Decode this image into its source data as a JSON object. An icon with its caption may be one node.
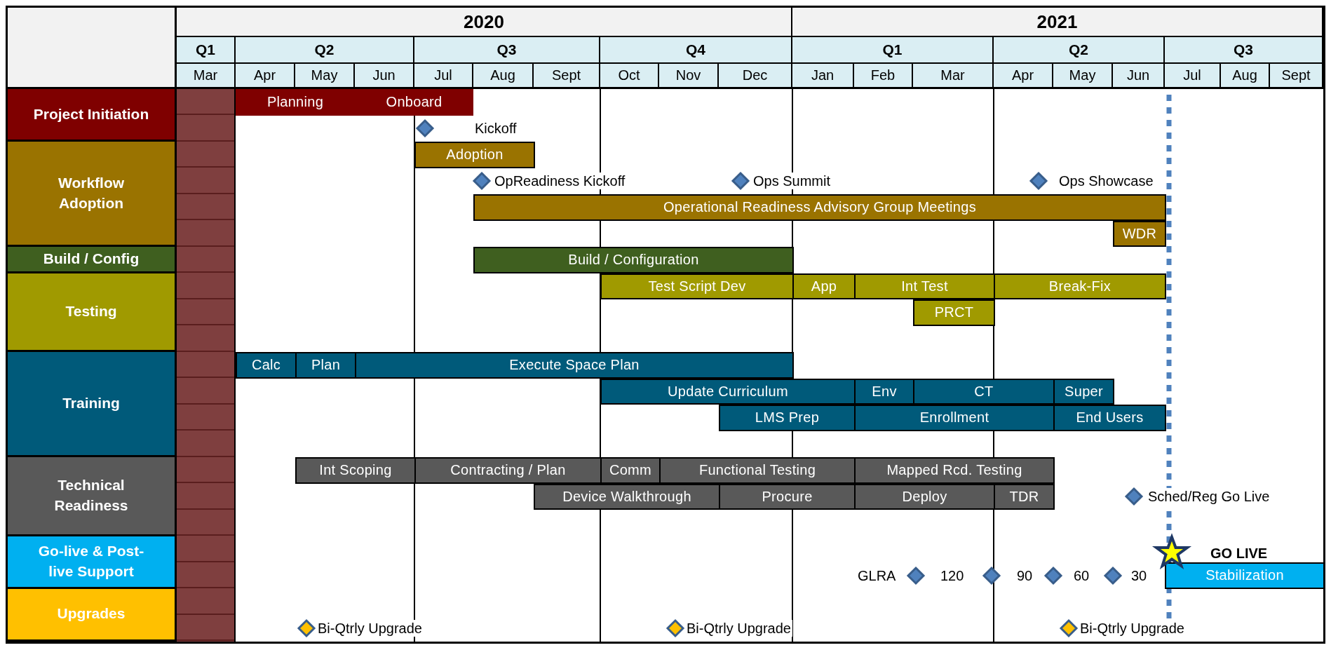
{
  "diagram": {
    "nodes": [
      {
        "text": [
          "Project Initiation"
        ]
      },
      {
        "text": [
          "Planning"
        ]
      },
      {
        "text": [
          "Onboard"
        ]
      },
      {
        "text": [
          "Workflow Adoption"
        ]
      },
      {
        "text": [
          "Adoption"
        ]
      },
      {
        "text": [
          "Operational Readiness Advisory Group Meetings"
        ]
      },
      {
        "text": [
          "WDR"
        ]
      },
      {
        "text": [
          "Build / Config"
        ]
      },
      {
        "text": [
          "Build / Configuration"
        ]
      },
      {
        "text": [
          "Testing"
        ]
      },
      {
        "text": [
          "Test Script Dev"
        ]
      },
      {
        "text": [
          "App"
        ]
      },
      {
        "text": [
          "Int Test"
        ]
      },
      {
        "text": [
          "Break-Fix"
        ]
      },
      {
        "text": [
          "PRCT"
        ]
      },
      {
        "text": [
          "Training"
        ]
      },
      {
        "text": [
          "Calc"
        ]
      },
      {
        "text": [
          "Plan"
        ]
      },
      {
        "text": [
          "Execute Space Plan"
        ]
      },
      {
        "text": [
          "Update Curriculum"
        ]
      },
      {
        "text": [
          "Env"
        ]
      },
      {
        "text": [
          "CT"
        ]
      },
      {
        "text": [
          "Super"
        ]
      },
      {
        "text": [
          "LMS Prep"
        ]
      },
      {
        "text": [
          "Enrollment"
        ]
      },
      {
        "text": [
          "End Users"
        ]
      },
      {
        "text": [
          "Technical Readiness"
        ]
      },
      {
        "text": [
          "Int Scoping"
        ]
      },
      {
        "text": [
          "Contracting / Plan"
        ]
      },
      {
        "text": [
          "Comm"
        ]
      },
      {
        "text": [
          "Functional Testing"
        ]
      },
      {
        "text": [
          "Mapped Rcd. Testing"
        ]
      },
      {
        "text": [
          "Device Walkthrough"
        ]
      },
      {
        "text": [
          "Procure"
        ]
      },
      {
        "text": [
          "Deploy"
        ]
      },
      {
        "text": [
          "TDR"
        ]
      },
      {
        "text": [
          "Go-live & Post-live Support"
        ]
      },
      {
        "text": [
          "Stabilization"
        ]
      },
      {
        "text": [
          "Upgrades"
        ]
      }
    ],
    "labels": [
      "2020",
      "2021",
      "Q1",
      "Q2",
      "Q3",
      "Q4",
      "Q1",
      "Q2",
      "Q3",
      "Mar",
      "Apr",
      "May",
      "Jun",
      "Jul",
      "Aug",
      "Sept",
      "Oct",
      "Nov",
      "Dec",
      "Jan",
      "Feb",
      "Mar",
      "Apr",
      "May",
      "Jun",
      "Jul",
      "Aug",
      "Sept",
      "Kickoff",
      "OpReadiness Kickoff",
      "Ops Summit",
      "Ops Showcase",
      "Sched/Reg Go Live",
      "GO LIVE",
      "GLRA",
      "120",
      "90",
      "60",
      "30",
      "Bi-Qtrly Upgrade",
      "Bi-Qtrly Upgrade",
      "Bi-Qtrly Upgrade"
    ]
  }
}
